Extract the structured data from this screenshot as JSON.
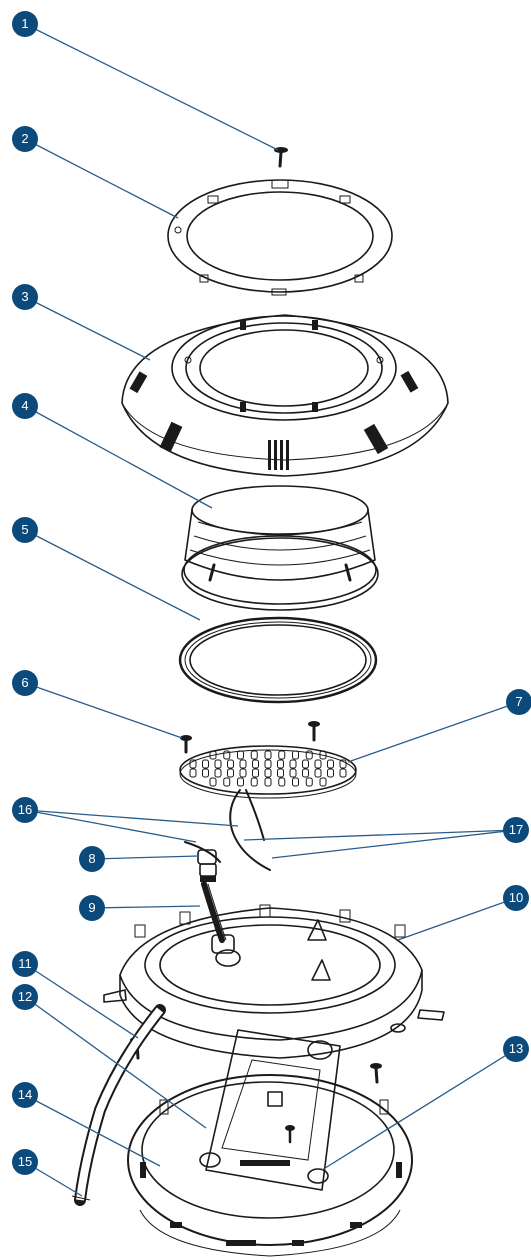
{
  "colors": {
    "badge": "#0c4a7c",
    "leader": "#2a5c8a",
    "ink": "#1a1a1a"
  },
  "callouts": [
    {
      "id": "1",
      "label": "1"
    },
    {
      "id": "2",
      "label": "2"
    },
    {
      "id": "3",
      "label": "3"
    },
    {
      "id": "4",
      "label": "4"
    },
    {
      "id": "5",
      "label": "5"
    },
    {
      "id": "6",
      "label": "6"
    },
    {
      "id": "7",
      "label": "7"
    },
    {
      "id": "8",
      "label": "8"
    },
    {
      "id": "9",
      "label": "9"
    },
    {
      "id": "10",
      "label": "10"
    },
    {
      "id": "11",
      "label": "11"
    },
    {
      "id": "12",
      "label": "12"
    },
    {
      "id": "13",
      "label": "13"
    },
    {
      "id": "14",
      "label": "14"
    },
    {
      "id": "15",
      "label": "15"
    },
    {
      "id": "16",
      "label": "16"
    },
    {
      "id": "17",
      "label": "17"
    }
  ]
}
